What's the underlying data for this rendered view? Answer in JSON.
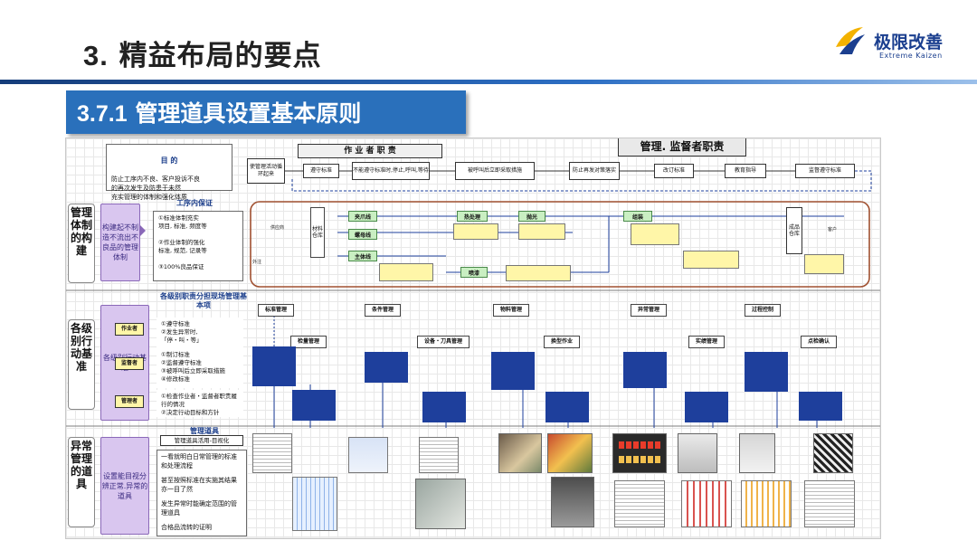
{
  "page": {
    "number": "3.",
    "title": "精益布局的要点",
    "section_number": "3.7.1",
    "section_title": "管理道具设置基本原则"
  },
  "logo": {
    "brand_cn": "极限改善",
    "brand_en": "Extreme Kaizen"
  },
  "colors": {
    "header_band": "#2a70bb",
    "purple_box": "#d9c6ef",
    "blue_box": "#1e3f9c",
    "yellow_note": "#fff6a8",
    "green_box": "#c9efc2",
    "flow_border": "#a05030"
  },
  "chart": {
    "side_labels": [
      "管理体制的构建",
      "各级别行动基准",
      "异常管理的道具"
    ],
    "purpose_title": "目  的",
    "purpose_text": "防止工序内不良、客户投诉不良\n的再次发生及防患于未然\n充实管理的体制和强化体质",
    "worker_duty": "作 业 者 职 责",
    "manager_duty": "管理. 监督者职责",
    "top_flow": [
      "使管理活动循环起来",
      "遵守标准",
      "不能遵守标准时,停止,呼叫,等待",
      "被呼叫后立即采取措施",
      "防止再发对策落实",
      "改订标准",
      "教育指导",
      "监督遵守标准"
    ],
    "process_guarantee_title": "工序内保证",
    "process_guarantee_purple": "构建起不制造不流出不良品的管理体制",
    "process_guarantee_list": "①标准体制充实\n  项目, 标准, 频度等\n\n②作业体制的强化\n  标准, 规范, 记录等\n\n③100%良品保证",
    "flow_nodes": [
      "材料仓库",
      "夹爪线",
      "螺母线",
      "主体线",
      "热处理",
      "抛光",
      "喷漆",
      "组装",
      "成品仓库",
      "客户",
      "外注",
      "供应商"
    ],
    "roles_title": "各级别职责分担现场管理基本项",
    "roles": [
      "作业者",
      "监督者",
      "管理者"
    ],
    "roles_purple": "各级别行动基准",
    "roles_list_a": "①遵守标准\n②发生异常时,\n 「停・叫・等」",
    "roles_list_b": "①制订标准\n②监督遵守标准\n③被呼叫后立即采取措施\n④修改标准",
    "roles_list_c": "①检查作业者・监督者职责履行的情况\n②决定行动目标和方针",
    "categories": [
      "标准管理",
      "条件管理",
      "物料管理",
      "异常管理",
      "过程控制",
      "检量管理",
      "设备・刀具管理",
      "换型作业",
      "实绩管理",
      "点检确认"
    ],
    "tools_title": "管理道具",
    "tools_subtitle": "管理道具活用-目视化",
    "tools_purple": "设置能目视分辨正常.异常的道具",
    "tools_list": [
      "一看就明白日常管理的标准和处理流程",
      "甚至按照标准在实施其结果亦一目了然",
      "发生异常时能确定范围的管理道具",
      "合格品流转的证明"
    ]
  }
}
